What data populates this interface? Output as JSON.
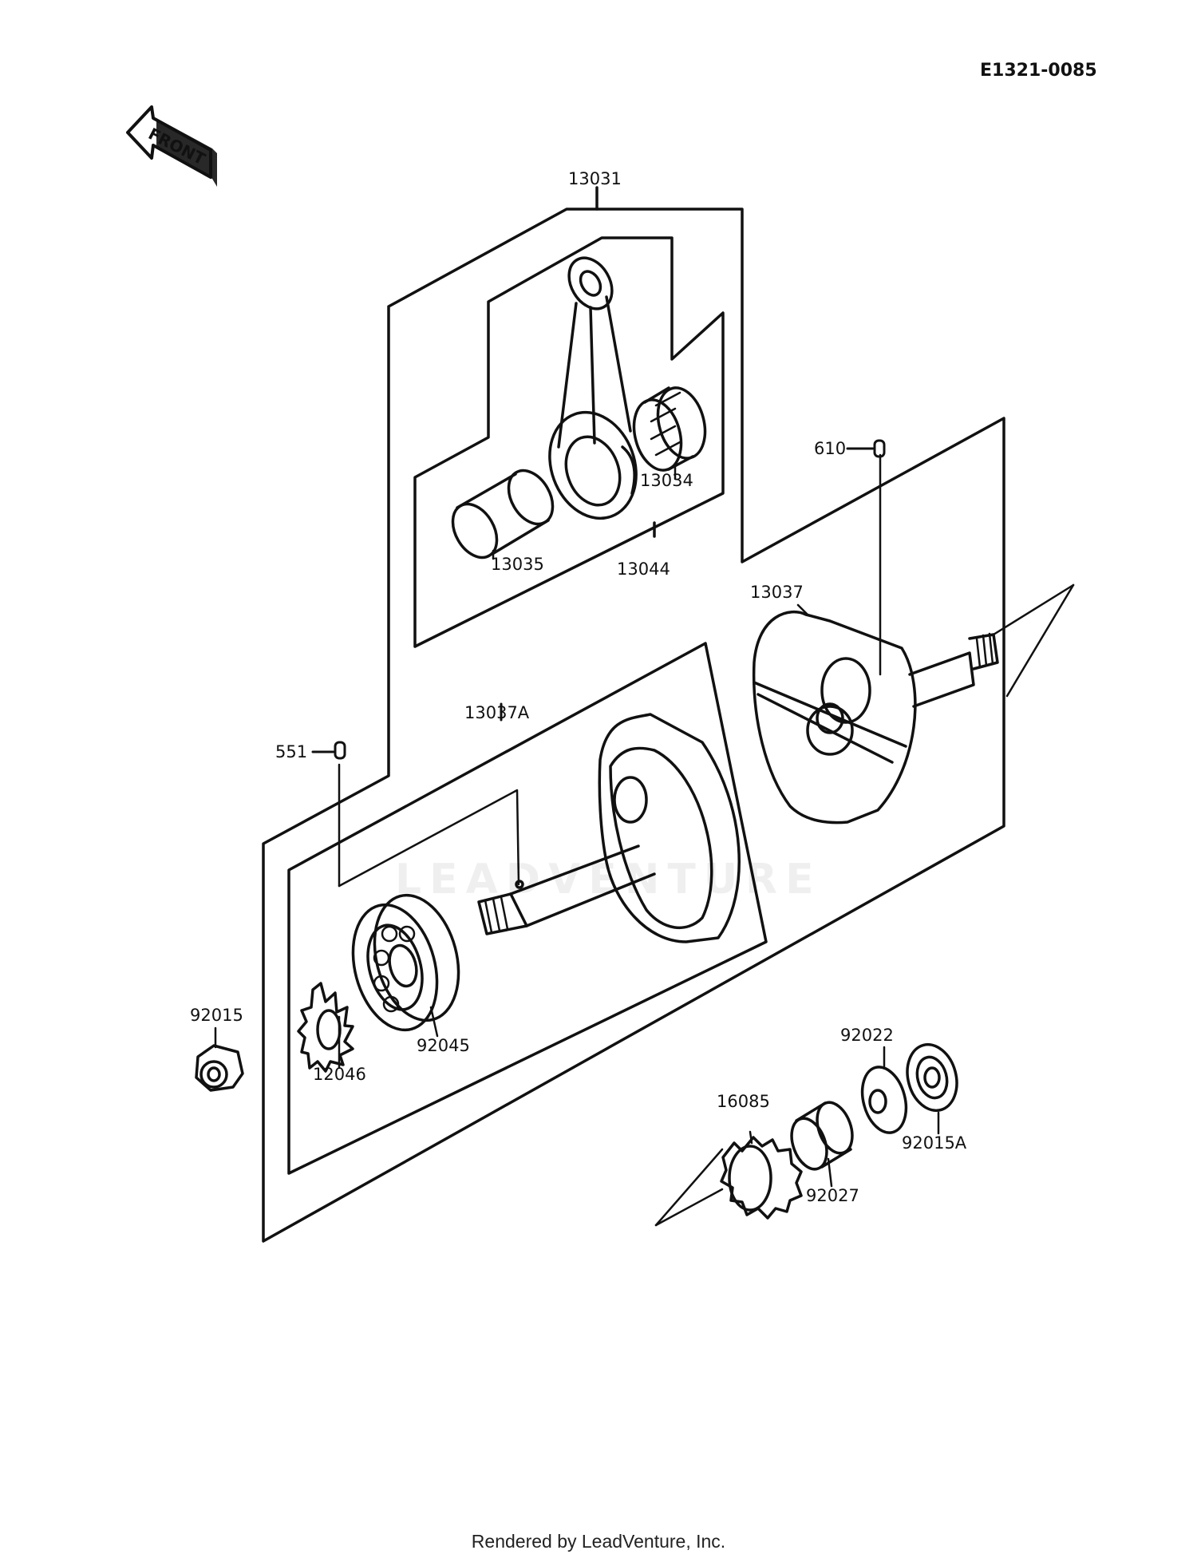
{
  "diagram_code": "E1321-0085",
  "front_label": "FRONT",
  "watermark": "LEADVENTURE",
  "footer": "Rendered by LeadVenture, Inc.",
  "parts": {
    "p13031": "13031",
    "p13034": "13034",
    "p13035": "13035",
    "p13044": "13044",
    "p610": "610",
    "p13037": "13037",
    "p13037A": "13037A",
    "p551": "551",
    "p92015": "92015",
    "p12046": "12046",
    "p92045": "92045",
    "p92022": "92022",
    "p16085": "16085",
    "p92015A": "92015A",
    "p92027": "92027"
  },
  "colors": {
    "ink": "#111111",
    "background": "#ffffff"
  }
}
